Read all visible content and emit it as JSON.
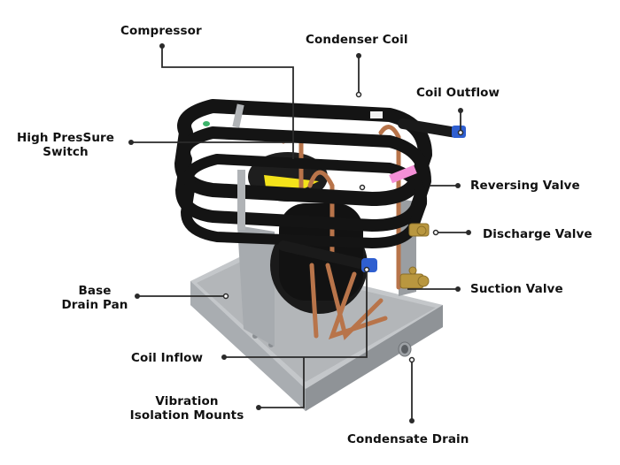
{
  "diagram": {
    "subject": "Compact condensing unit with labeled components",
    "colors": {
      "background": "#ffffff",
      "label_text": "#111111",
      "leader_line": "#2a2a2a",
      "coil_tube": "#151515",
      "copper": "#b8744a",
      "steel_pan": "#b9bcbf",
      "cap_blue": "#2f5fd0",
      "brass": "#b9973f",
      "caution_label": "#f3e21a",
      "pink_tag": "#f48fd6"
    },
    "labels": {
      "compressor": "Compressor",
      "condenser_coil": "Condenser Coil",
      "coil_outflow": "Coil Outflow",
      "high_pressure_switch_line1": "High PresSure",
      "high_pressure_switch_line2": "Switch",
      "reversing_valve": "Reversing Valve",
      "discharge_valve": "Discharge Valve",
      "suction_valve": "Suction Valve",
      "base_drain_pan_line1": "Base",
      "base_drain_pan_line2": "Drain Pan",
      "coil_inflow": "Coil Inflow",
      "vibration_isolation_line1": "Vibration",
      "vibration_isolation_line2": "Isolation Mounts",
      "condensate_drain": "Condensate Drain"
    }
  }
}
